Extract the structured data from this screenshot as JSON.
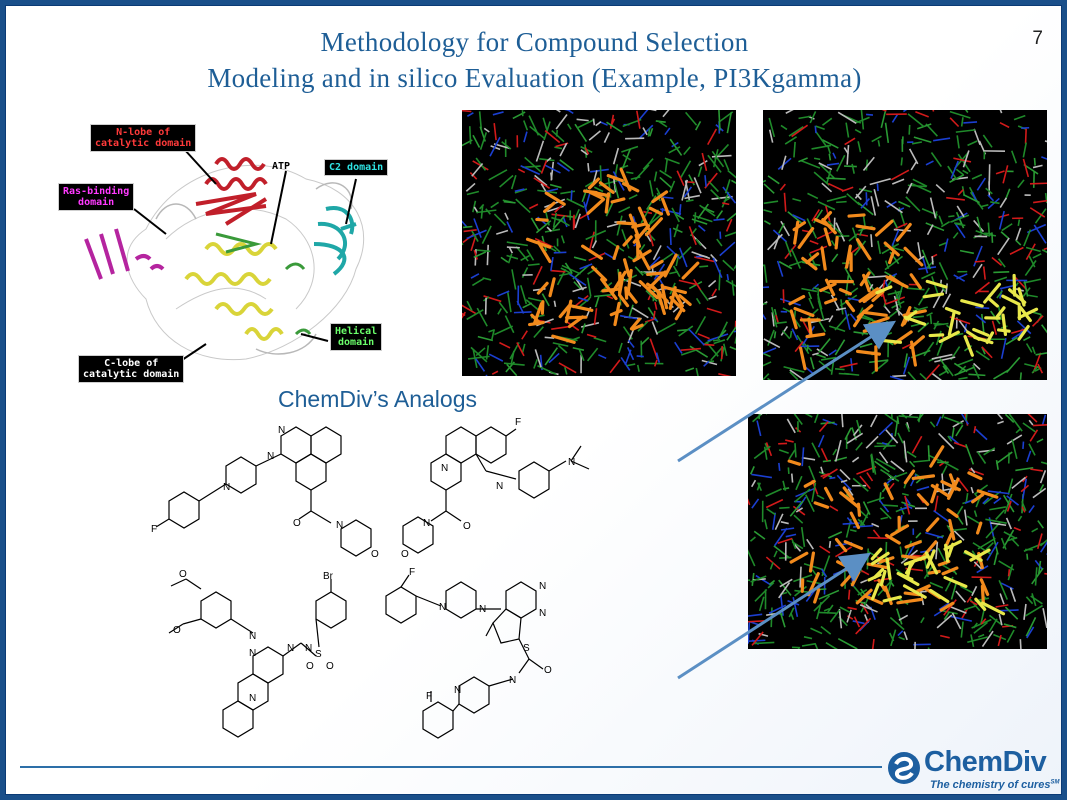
{
  "slide": {
    "title_line1": "Methodology for Compound Selection",
    "title_line2": "Modeling and in silico Evaluation (Example, PI3Kgamma)",
    "page_number": "7",
    "analogs_title": "ChemDiv’s Analogs"
  },
  "protein_labels": {
    "n_lobe": "N-lobe of\ncatalytic domain",
    "atp": "ATP",
    "c2": "C2 domain",
    "ras_binding": "Ras-binding\ndomain",
    "helical": "Helical\ndomain",
    "c_lobe": "C-lobe of\ncatalytic domain"
  },
  "atoms": {
    "n": "N",
    "f": "F",
    "o": "O",
    "br": "Br",
    "s": "S"
  },
  "logo": {
    "name": "ChemDiv",
    "tagline": "The chemistry of cures",
    "mark": "SM"
  },
  "colors": {
    "title": "#1e5e96",
    "accent_blue": "#2d6fa8",
    "ligand_orange": "#f28a1c",
    "ligand_yellow": "#e8e84a",
    "stick_green": "#1f8a2a"
  }
}
